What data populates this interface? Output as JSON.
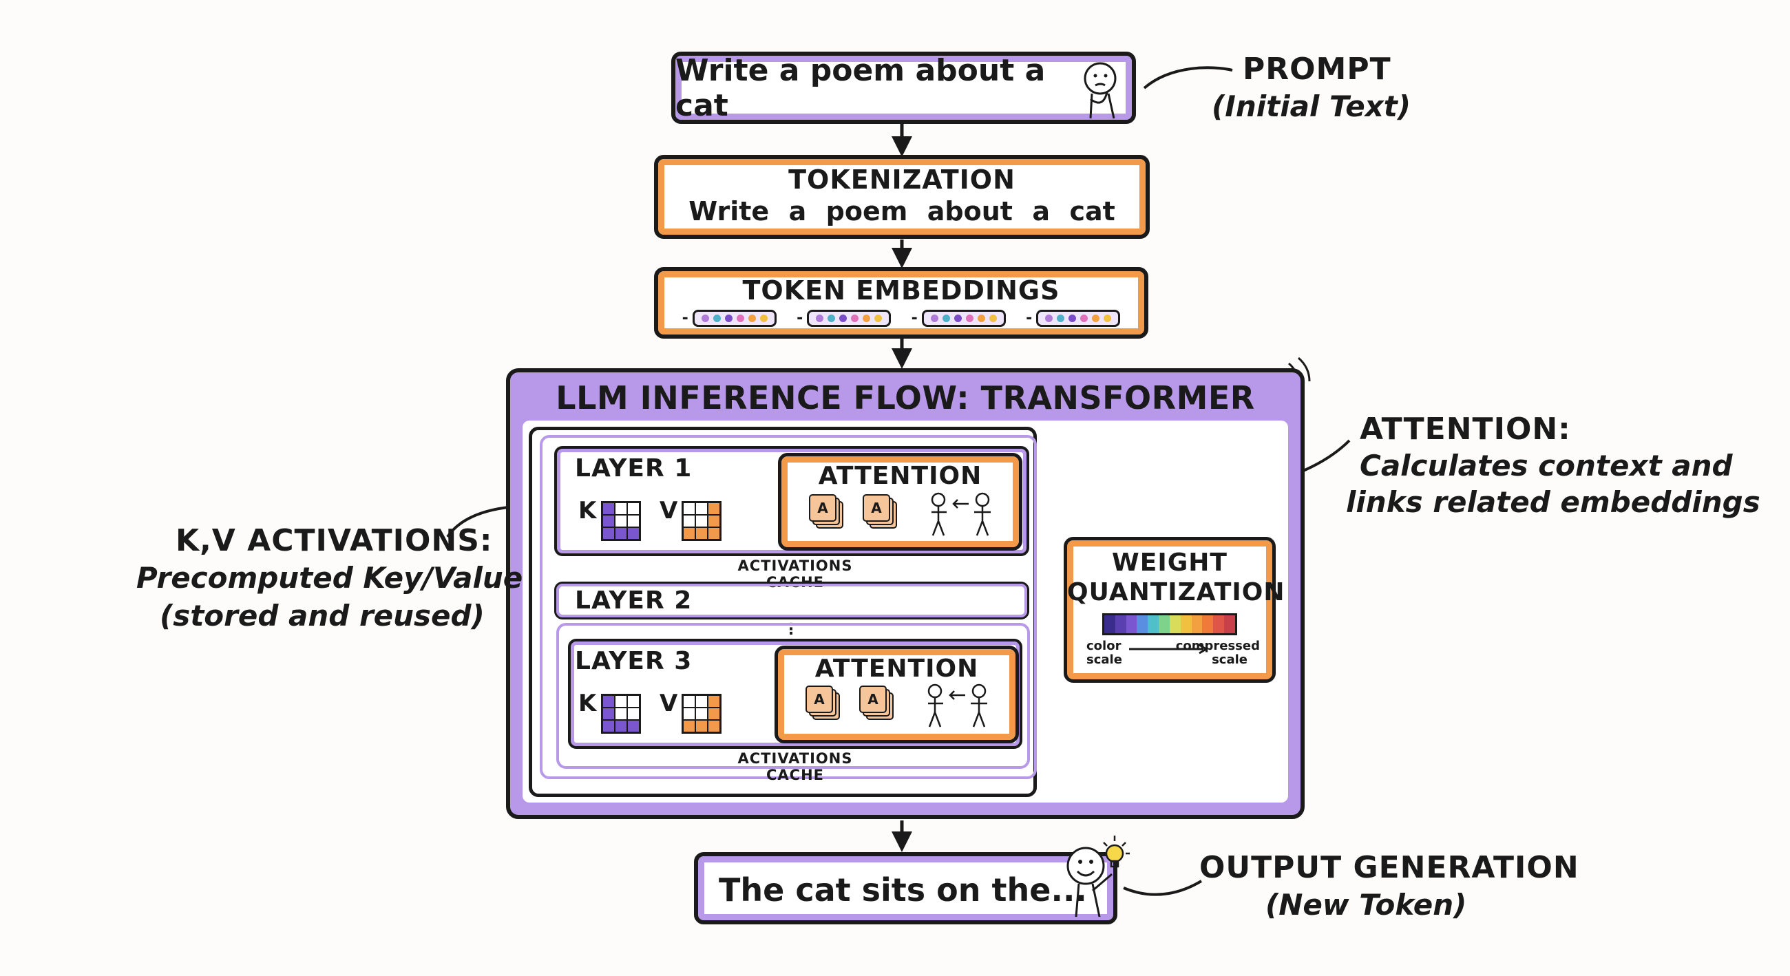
{
  "prompt": {
    "text": "Write a poem about a cat",
    "annotation_title": "PROMPT",
    "annotation_sub": "(Initial Text)"
  },
  "tokenization": {
    "title": "TOKENIZATION",
    "tokens": [
      "Write",
      "a",
      "poem",
      "about",
      "a",
      "cat"
    ]
  },
  "embeddings": {
    "title": "TOKEN EMBEDDINGS",
    "dot_colors": [
      "#b07ad8",
      "#4fb0c8",
      "#7a4cc8",
      "#e070b8",
      "#f2a040",
      "#f2c040"
    ]
  },
  "transformer": {
    "title": "LLM INFERENCE FLOW: TRANSFORMER LAYERS",
    "layer1": {
      "label": "LAYER 1",
      "k": "K",
      "v": "V",
      "attention": "ATTENTION",
      "cache": "ACTIVATIONS CACHE",
      "icon_letter": "A"
    },
    "layer2": {
      "label": "LAYER 2",
      "ellipsis": "⋮"
    },
    "layer3": {
      "label": "LAYER 3",
      "k": "K",
      "v": "V",
      "attention": "ATTENTION",
      "cache": "ACTIVATIONS CACHE",
      "icon_letter": "A"
    }
  },
  "quantization": {
    "title_line1": "WEIGHT",
    "title_line2": "QUANTIZATION",
    "left_label_1": "color",
    "left_label_2": "scale",
    "right_label_1": "compressed",
    "right_label_2": "scale",
    "colors": [
      "#3a2c8c",
      "#5a3fb0",
      "#7a56d0",
      "#5a8ee0",
      "#4fc0c8",
      "#7ed28a",
      "#d8dc5a",
      "#f2c040",
      "#f2a040",
      "#f07a3a",
      "#e0554a",
      "#c8404a"
    ]
  },
  "attention_note": {
    "title": "ATTENTION:",
    "line1": "Calculates context and",
    "line2": "links related embeddings"
  },
  "kv_note": {
    "title": "K,V ACTIVATIONS:",
    "line1": "Precomputed Key/Value",
    "line2": "(stored and reused)"
  },
  "output": {
    "text": "The cat sits on the...",
    "annotation_title": "OUTPUT GENERATION",
    "annotation_sub": "(New Token)"
  },
  "colors": {
    "purple": "#b898e8",
    "orange": "#f29a4a",
    "ink": "#1a1a1a"
  }
}
